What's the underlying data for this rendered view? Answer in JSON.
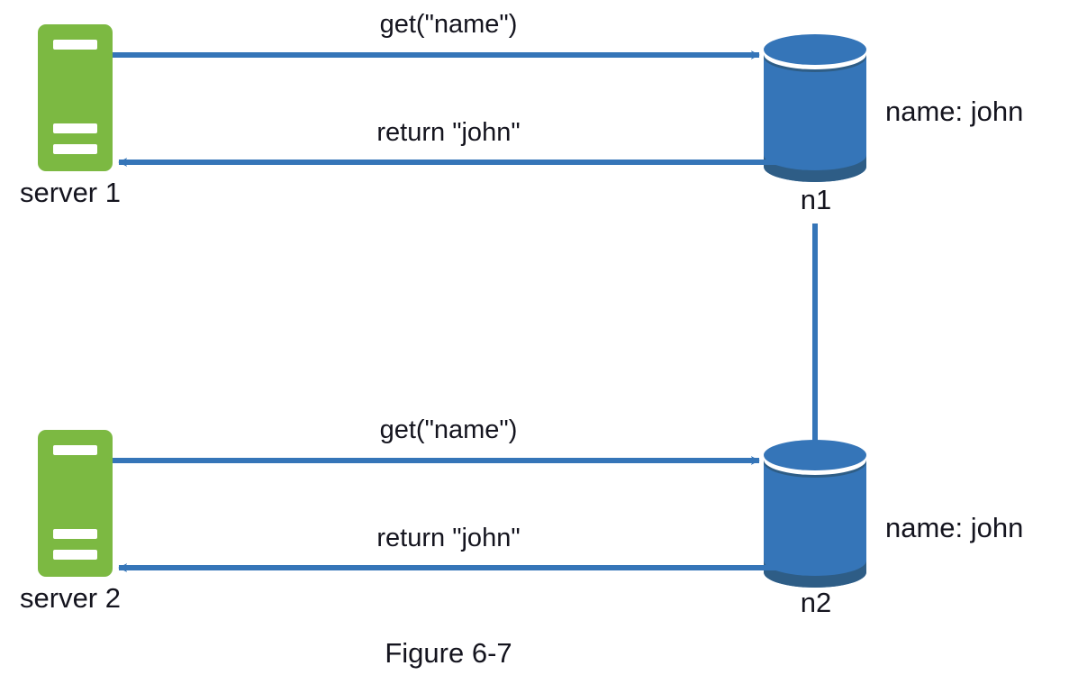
{
  "figure": {
    "caption": "Figure 6-7",
    "colors": {
      "server_green": "#7cb942",
      "node_blue": "#3575b8",
      "node_blue_dark": "#2e5d86",
      "arrow_blue": "#3575b8",
      "text": "#14141e",
      "background": "#ffffff"
    }
  },
  "rows": [
    {
      "id": "row-top",
      "server": {
        "label": "server 1",
        "icon": "server-icon"
      },
      "node": {
        "label": "n1",
        "icon": "database-cylinder-icon",
        "value": "name: john"
      },
      "messages": {
        "request": "get(\"name\")",
        "response": "return \"john\""
      }
    },
    {
      "id": "row-bottom",
      "server": {
        "label": "server 2",
        "icon": "server-icon"
      },
      "node": {
        "label": "n2",
        "icon": "database-cylinder-icon",
        "value": "name: john"
      },
      "messages": {
        "request": "get(\"name\")",
        "response": "return \"john\""
      }
    }
  ],
  "replication_link": {
    "from": "n1",
    "to": "n2",
    "style": "solid-line"
  }
}
